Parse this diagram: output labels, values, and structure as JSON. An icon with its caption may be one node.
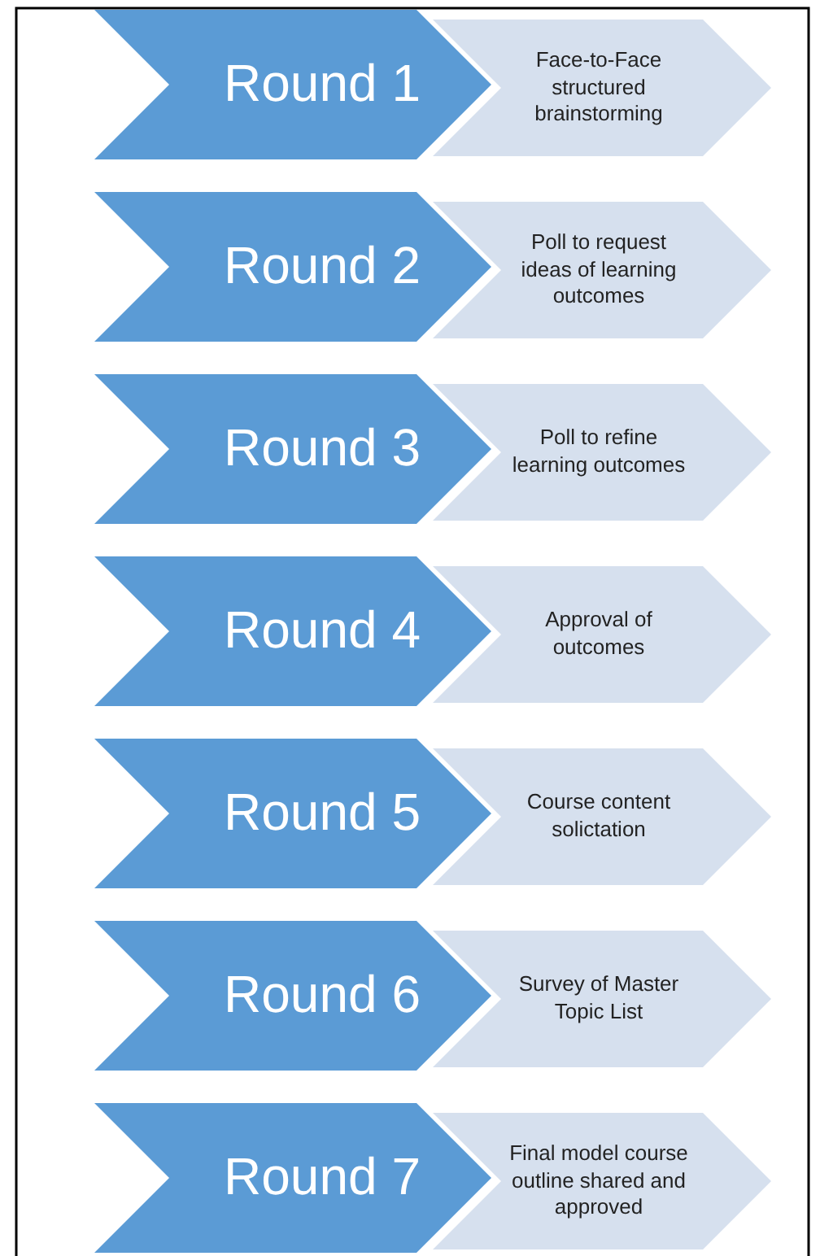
{
  "diagram": {
    "nodes": [
      {
        "text": [
          "Round 1"
        ]
      },
      {
        "text": [
          "Face-to-Face structured brainstorming"
        ]
      },
      {
        "text": [
          "Round 2"
        ]
      },
      {
        "text": [
          "Poll to request ideas of learning outcomes"
        ]
      },
      {
        "text": [
          "Round 3"
        ]
      },
      {
        "text": [
          "Poll to refine learning outcomes"
        ]
      },
      {
        "text": [
          "Round 4"
        ]
      },
      {
        "text": [
          "Approval of outcomes"
        ]
      },
      {
        "text": [
          "Round 5"
        ]
      },
      {
        "text": [
          "Course content solictation"
        ]
      },
      {
        "text": [
          "Round 6"
        ]
      },
      {
        "text": [
          "Survey of Master Topic List"
        ]
      },
      {
        "text": [
          "Round 7"
        ]
      },
      {
        "text": [
          "Final model course outline shared and approved"
        ]
      }
    ]
  }
}
